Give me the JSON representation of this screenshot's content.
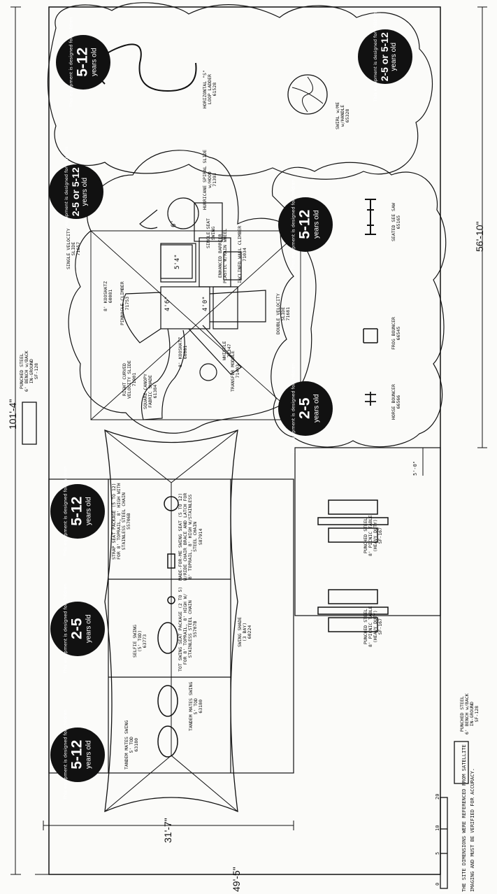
{
  "dimensions": {
    "overall_length": "101'-4\"",
    "right_length": "56'-10\"",
    "shade_width": "31'-7\"",
    "overall_width": "49'-5\"",
    "gap": "5'-0\""
  },
  "badges": [
    {
      "note": "This equipment is designed for children",
      "range": "5-12",
      "unit": "years old"
    },
    {
      "note": "This equipment is designed for children",
      "range": "2-5 or 5-12",
      "unit": "years old"
    },
    {
      "note": "This equipment is designed for children",
      "range": "2-5 or 5-12",
      "unit": "years old"
    },
    {
      "note": "This equipment is designed for children",
      "range": "5-12",
      "unit": "years old"
    },
    {
      "note": "This equipment is designed for children",
      "range": "2-5",
      "unit": "years old"
    },
    {
      "note": "This equipment is designed for children",
      "range": "5-12",
      "unit": "years old"
    },
    {
      "note": "This equipment is designed for children",
      "range": "2-5",
      "unit": "years old"
    },
    {
      "note": "This equipment is designed for children",
      "range": "5-12",
      "unit": "years old"
    }
  ],
  "equipment": {
    "horizontal_loop_ladder": "HORIZONTAL \"S\"\nLOOP LADDER\n61528",
    "swirl": "SWIRL w/ME\nw/HANDLE\n65328",
    "hurricane_slide": "HURRICANE SPIRAL SLIDE\nw/HOOD\n71393",
    "single_velocity_slide": "SINGLE VELOCITY\nSLIDE\n71657",
    "kooshatz_1": "8' KOOSHATZ\n60081",
    "pinnacle_climber": "PINNACLE CLIMBER\n71753",
    "single_seat": "SINGLE SEAT\nSWING",
    "enhanced_barrier": "ENHANCED BARRIER\nPLASTIC W/RAIN WHEEL",
    "inclined_climber": "INCLINED WALL CLIMBER\n71034",
    "double_velocity_slide": "DOUBLE VELOCITY\nSLIDE\n71681",
    "whistle": "WHISTLE\n71347",
    "kooshatz_2": "8' KOOSHATZ\n60081",
    "transfer_module": "TRANSFER MODULE\n71403",
    "right_curved_slide": "RIGHT CURVED\nVELOCITY SLIDE\n71901",
    "square_canopy": "SQUARE CANOPY\nFABRIC SHADE\n61384",
    "seated_see_saw": "SEATED SEE SAW\n65165",
    "frog_bouncer": "FROG BOUNCER\n66545",
    "horse_bouncer": "HORSE BOUNCER\n66566",
    "strap_seat": "STRAP SEAT PACKAGE (5 TO 12)\nFOR 8' TOPRAIL, 8' HIGH WITH\nSTAINLESS STEEL CHAIN\n55706B",
    "made_for_me": "MADE-FOR-ME SWING SEAT (5 TO 12)\nW/RIDE CHAIR BRACE AND LATCH FOR\n8' TOPRAIL, 8' HIGH W/STAINLESS\nSTEEL CHAIN\nS87914",
    "tot_swing": "TOT SWING SEAT PACKAGE (2 TO 5)\nFOR 8' TOPRAIL, 8' HIGH W/\nSTAINLESS STEEL CHAIN\n55707B",
    "selfie_swing": "SELFIE SWING\n(5' TOD)\n63773",
    "swing_shade": "SWING SHADE\n(3 BAY)\n60224",
    "tandem_1": "TANDEM MATES SWING\n5' TOD\n63180",
    "tandem_2": "TANDEM MATES SWING\n5' TOD\n63180",
    "bench_1": "PUNCHED STEEL\n6' BENCH w/BACK\nIN-GROUND\nSF-128",
    "bench_2": "PUNCHED STEEL\n6' BENCH w/BACK\nIN-GROUND\nSF-128",
    "picnic_1": "PUNCHED STEEL\n8' PICNIC TABLE\n(HEAVY DUTY)\nSF-167",
    "picnic_2": "PUNCHED STEEL\n8' PICNIC TABLE\n(HEAVY DUTY)\nSF-167",
    "deck_6": "6'",
    "deck_54": "5'4\"",
    "deck_40": "4'0\"",
    "deck_46": "4'6\""
  },
  "notes": {
    "satellite": "THE SITE DIMENSIONS WERE REFERENCED FROM SATELLITE",
    "verify": "IMAGING AND MUST BE VERIFIED FOR ACCURACY.",
    "scale_0": "0",
    "scale_5": "5",
    "scale_10": "10",
    "scale_20": "20"
  },
  "colors": {
    "ink": "#111111",
    "paper": "#fbfbf9",
    "badge": "#111111"
  }
}
